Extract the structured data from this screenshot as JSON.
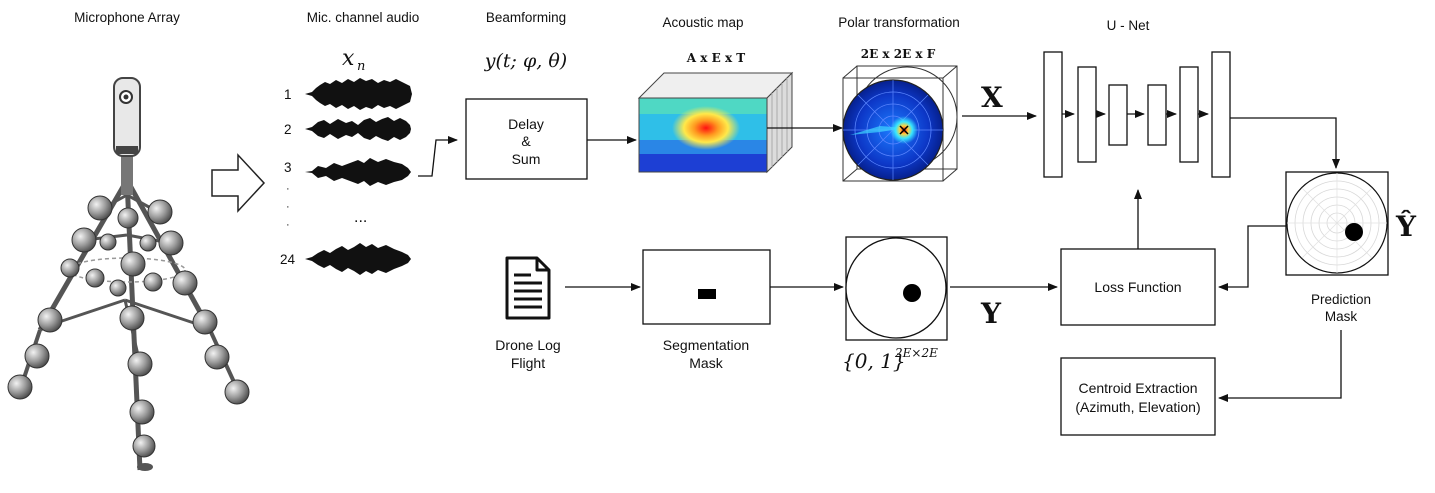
{
  "headers": {
    "mic_array": "Microphone Array",
    "mic_audio": "Mic. channel audio",
    "beamforming": "Beamforming",
    "acoustic_map": "Acoustic map",
    "polar": "Polar transformation",
    "unet": "U - Net"
  },
  "math": {
    "xn": "x",
    "xn_sub": "n",
    "beam_fn": "y(t; φ, θ)",
    "axet": "A x E x T",
    "ee_f": "2E x 2E x F",
    "X": "X",
    "Y": "Y",
    "Yhat": "Ŷ",
    "set_base": "{0, 1}",
    "set_exp": "2E×2E"
  },
  "channels": [
    "1",
    "2",
    "3",
    "24"
  ],
  "ellipsis": "...",
  "boxes": {
    "delay_l1": "Delay",
    "delay_l2": "&",
    "delay_l3": "Sum",
    "loss": "Loss Function",
    "centroid_l1": "Centroid Extraction",
    "centroid_l2": "(Azimuth, Elevation)"
  },
  "labels": {
    "drone_l1": "Drone Log",
    "drone_l2": "Flight",
    "seg_l1": "Segmentation",
    "seg_l2": "Mask",
    "pred_l1": "Prediction",
    "pred_l2": "Mask"
  },
  "icons": {
    "mic_array": "microphone-array-tripod-icon",
    "arrow": "hollow-right-arrow-icon",
    "document": "document-icon"
  }
}
